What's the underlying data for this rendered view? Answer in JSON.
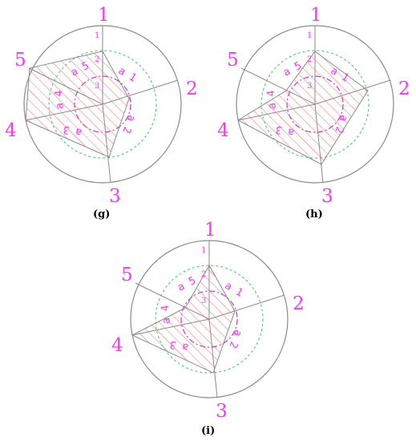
{
  "colors": {
    "label": "#ff33ff",
    "line": "#8a8a8a",
    "hatch": "#ff6b6b",
    "ring_mid": "#33cc66",
    "ring_inner": "#cc33cc"
  },
  "panels": [
    {
      "caption": "(g)",
      "axis_labels": [
        "1",
        "2",
        "3",
        "4",
        "5"
      ],
      "ring_labels": [
        "1",
        "2",
        "3"
      ],
      "sector_labels": [
        "a 1",
        "a 2",
        "a 3",
        "a 4",
        "a 5"
      ]
    },
    {
      "caption": "(h)",
      "axis_labels": [
        "1",
        "2",
        "3",
        "4",
        "5"
      ],
      "ring_labels": [
        "1",
        "2",
        "3"
      ],
      "sector_labels": [
        "a 1",
        "a 2",
        "a 3",
        "a 4",
        "a 5"
      ]
    },
    {
      "caption": "(i)",
      "axis_labels": [
        "1",
        "2",
        "3",
        "4",
        "5"
      ],
      "ring_labels": [
        "1",
        "2",
        "3"
      ],
      "sector_labels": [
        "a 1",
        "a 2",
        "a 3",
        "a 4",
        "a 5"
      ]
    }
  ]
}
